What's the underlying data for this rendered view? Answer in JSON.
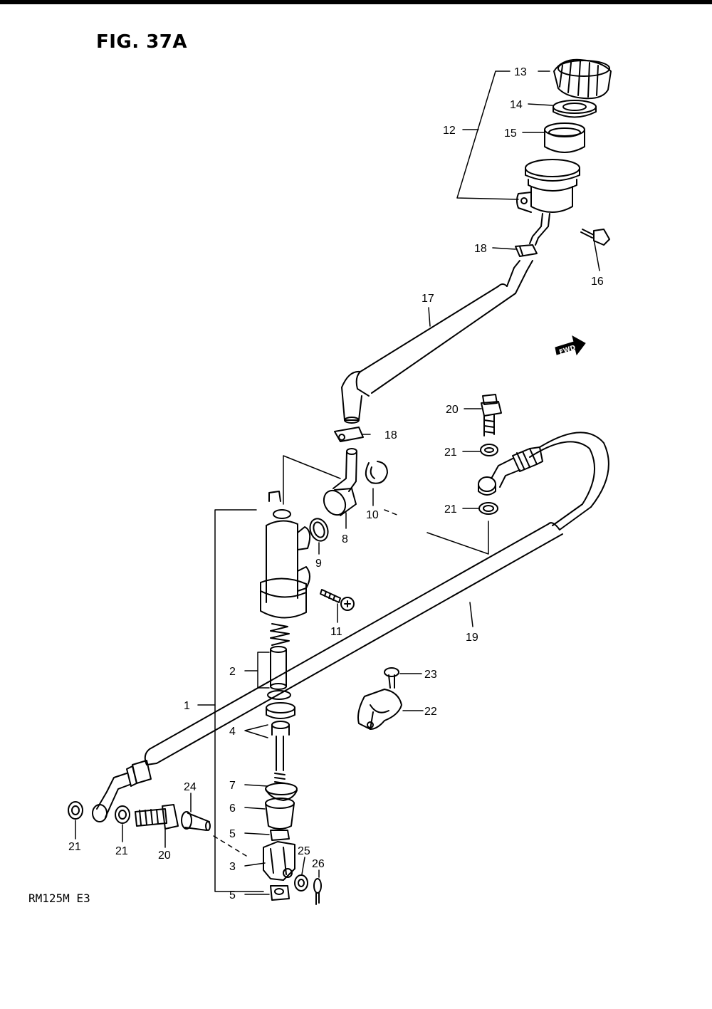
{
  "figure": {
    "title": "FIG. 37A",
    "model": "RM125M  E3",
    "fwd_mark": "FWD"
  },
  "callouts": [
    {
      "id": "c1",
      "text": "1"
    },
    {
      "id": "c2",
      "text": "2"
    },
    {
      "id": "c3",
      "text": "3"
    },
    {
      "id": "c4",
      "text": "4"
    },
    {
      "id": "c5a",
      "text": "5"
    },
    {
      "id": "c5b",
      "text": "5"
    },
    {
      "id": "c6",
      "text": "6"
    },
    {
      "id": "c7",
      "text": "7"
    },
    {
      "id": "c8",
      "text": "8"
    },
    {
      "id": "c9",
      "text": "9"
    },
    {
      "id": "c10",
      "text": "10"
    },
    {
      "id": "c11",
      "text": "11"
    },
    {
      "id": "c12",
      "text": "12"
    },
    {
      "id": "c13",
      "text": "13"
    },
    {
      "id": "c14",
      "text": "14"
    },
    {
      "id": "c15",
      "text": "15"
    },
    {
      "id": "c16",
      "text": "16"
    },
    {
      "id": "c17",
      "text": "17"
    },
    {
      "id": "c18a",
      "text": "18"
    },
    {
      "id": "c18b",
      "text": "18"
    },
    {
      "id": "c19",
      "text": "19"
    },
    {
      "id": "c20a",
      "text": "20"
    },
    {
      "id": "c20b",
      "text": "20"
    },
    {
      "id": "c21a",
      "text": "21"
    },
    {
      "id": "c21b",
      "text": "21"
    },
    {
      "id": "c21c",
      "text": "21"
    },
    {
      "id": "c21d",
      "text": "21"
    },
    {
      "id": "c22",
      "text": "22"
    },
    {
      "id": "c23",
      "text": "23"
    },
    {
      "id": "c24",
      "text": "24"
    },
    {
      "id": "c25",
      "text": "25"
    },
    {
      "id": "c26",
      "text": "26"
    }
  ]
}
